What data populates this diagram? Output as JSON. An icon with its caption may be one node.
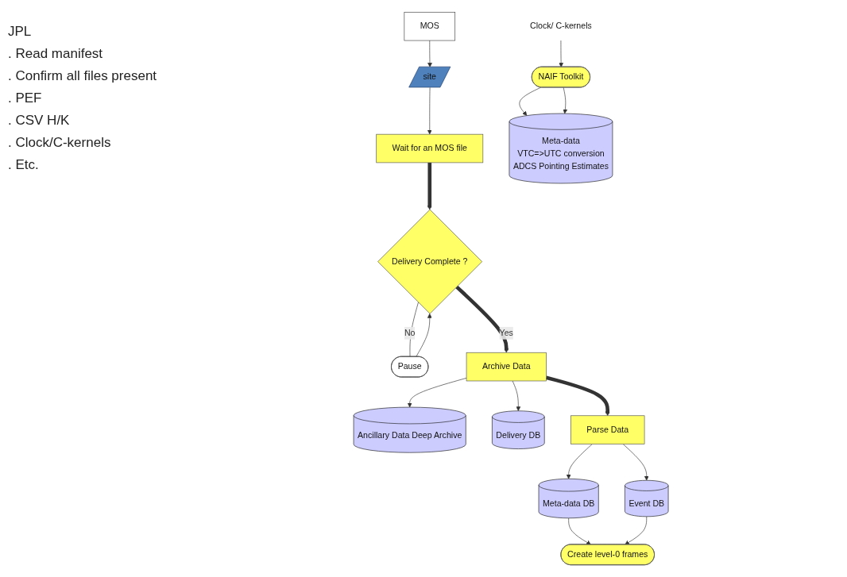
{
  "diagram": {
    "nodes": [
      {
        "text": [
          "MOS"
        ]
      },
      {
        "text": [
          "site"
        ]
      },
      {
        "text": [
          "Wait for an MOS file"
        ]
      },
      {
        "text": [
          "Delivery Complete ?"
        ]
      },
      {
        "text": [
          "Pause"
        ]
      },
      {
        "text": [
          "Archive Data"
        ]
      },
      {
        "text": [
          "Ancillary Data Deep Archive"
        ]
      },
      {
        "text": [
          "Delivery DB"
        ]
      },
      {
        "text": [
          "Meta-data",
          "VTC=>UTC conversion",
          "ADCS Pointing Estimates"
        ]
      },
      {
        "text": [
          "Clock/ C-kernels"
        ]
      },
      {
        "text": [
          "NAIF Toolkit"
        ]
      },
      {
        "text": [
          "Parse Data"
        ]
      },
      {
        "text": [
          "Meta-data DB"
        ]
      },
      {
        "text": [
          "Event DB"
        ]
      },
      {
        "text": [
          "Create level-0 frames"
        ]
      }
    ],
    "edges": [
      {
        "from": 0,
        "to": 1,
        "arrow": "to"
      },
      {
        "from": 1,
        "to": 2,
        "arrow": "to"
      },
      {
        "from": 2,
        "to": 3,
        "arrow": "to",
        "style": "thick"
      },
      {
        "from": 3,
        "to": 4,
        "arrow": "none",
        "label": "No"
      },
      {
        "from": 4,
        "to": 3,
        "arrow": "to"
      },
      {
        "from": 3,
        "to": 5,
        "arrow": "to",
        "label": "Yes",
        "style": "thick"
      },
      {
        "from": 5,
        "to": 6,
        "arrow": "to"
      },
      {
        "from": 5,
        "to": 7,
        "arrow": "to"
      },
      {
        "from": 5,
        "to": 11,
        "arrow": "to",
        "style": "thick"
      },
      {
        "from": 9,
        "to": 10,
        "arrow": "to"
      },
      {
        "from": 10,
        "to": 8,
        "arrow": "to"
      },
      {
        "from": 10,
        "to": 8,
        "arrow": "to"
      },
      {
        "from": 11,
        "to": 12,
        "arrow": "to"
      },
      {
        "from": 11,
        "to": 13,
        "arrow": "to"
      },
      {
        "from": 12,
        "to": 14,
        "arrow": "to"
      },
      {
        "from": 13,
        "to": 14,
        "arrow": "to"
      }
    ],
    "labels": [
      "JPL",
      ". Read manifest",
      ". Confirm all files present",
      ". PEF",
      ". CSV H/K",
      ". Clock/C-kernels",
      ". Etc."
    ]
  }
}
